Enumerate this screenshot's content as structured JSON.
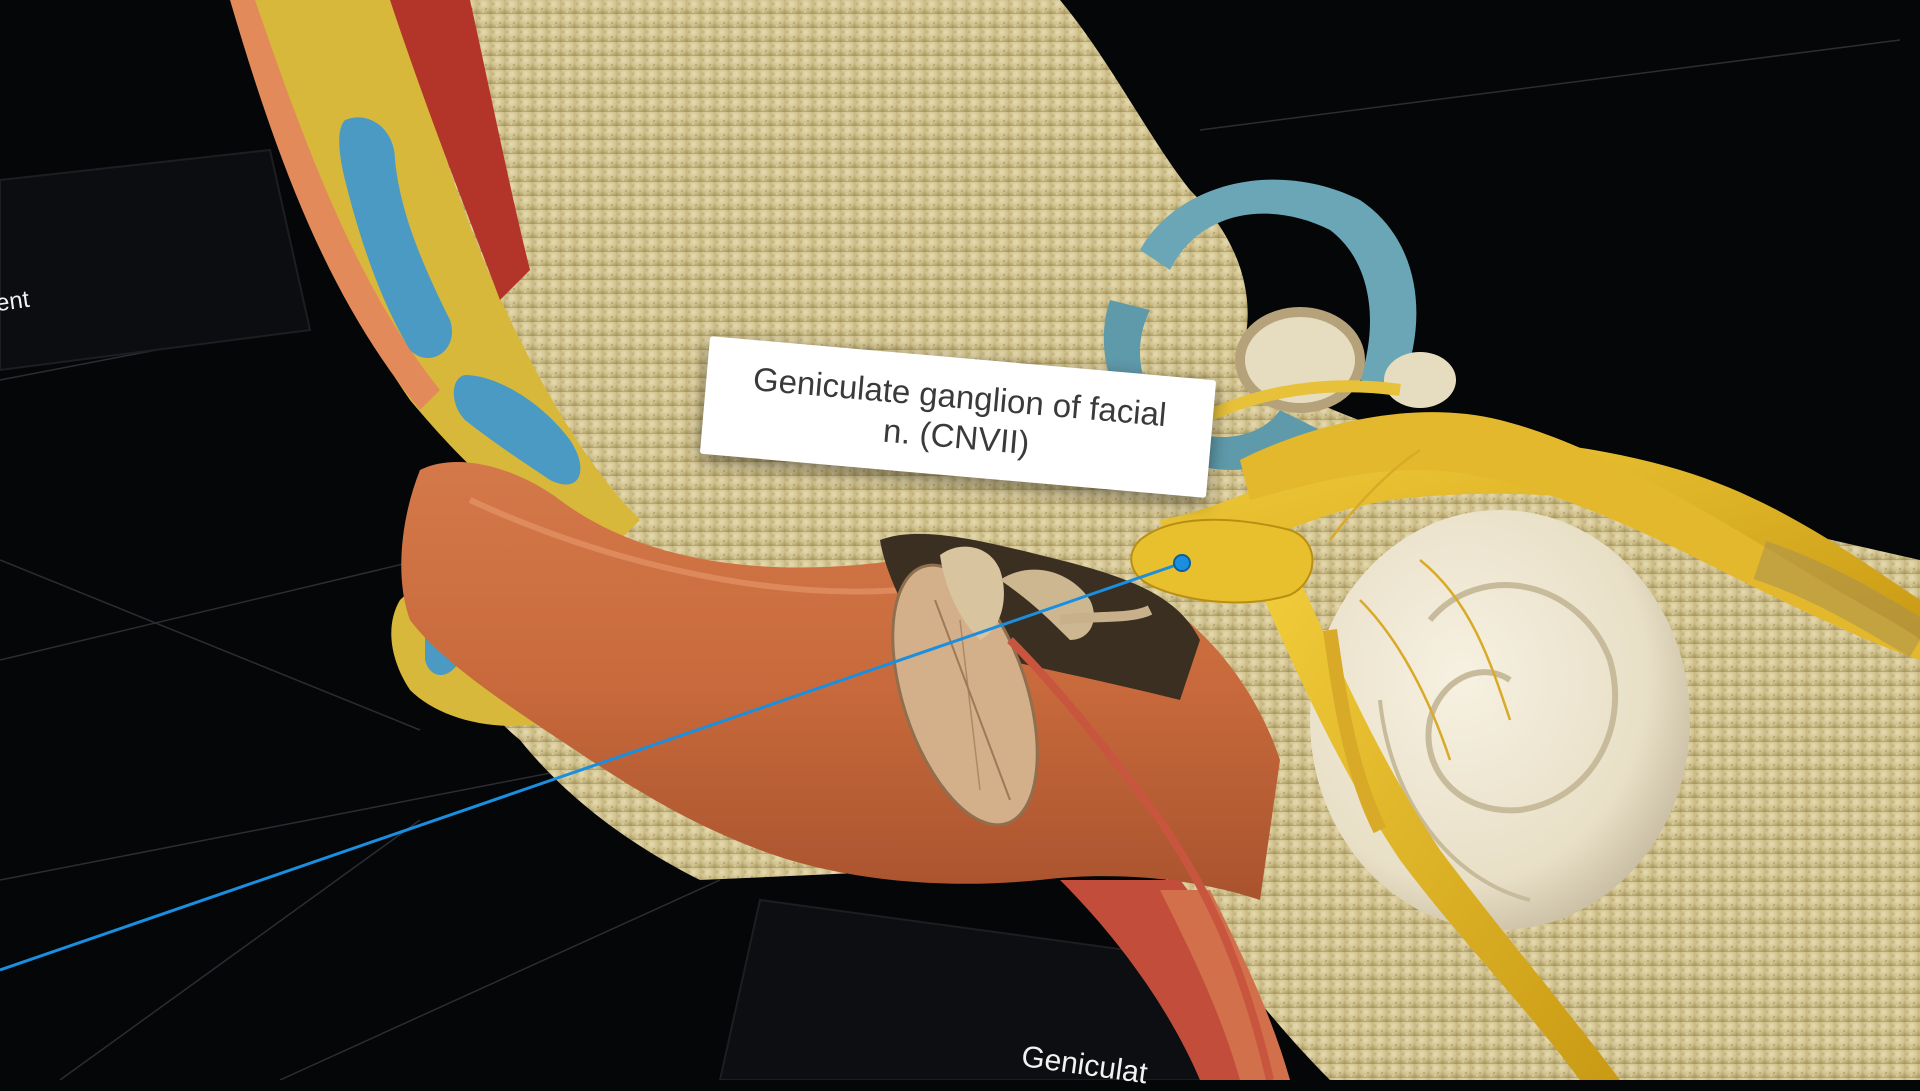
{
  "viewer": {
    "selected_structure_label": "Geniculate ganglion of facial n. (CNVII)",
    "left_panel_partial_text": "ent",
    "bottom_panel_partial_text": "Geniculat",
    "pointer_color": "#1a8fe0",
    "pin_color": "#1a8fe0"
  },
  "icons": {
    "pin": "location-dot-icon"
  }
}
